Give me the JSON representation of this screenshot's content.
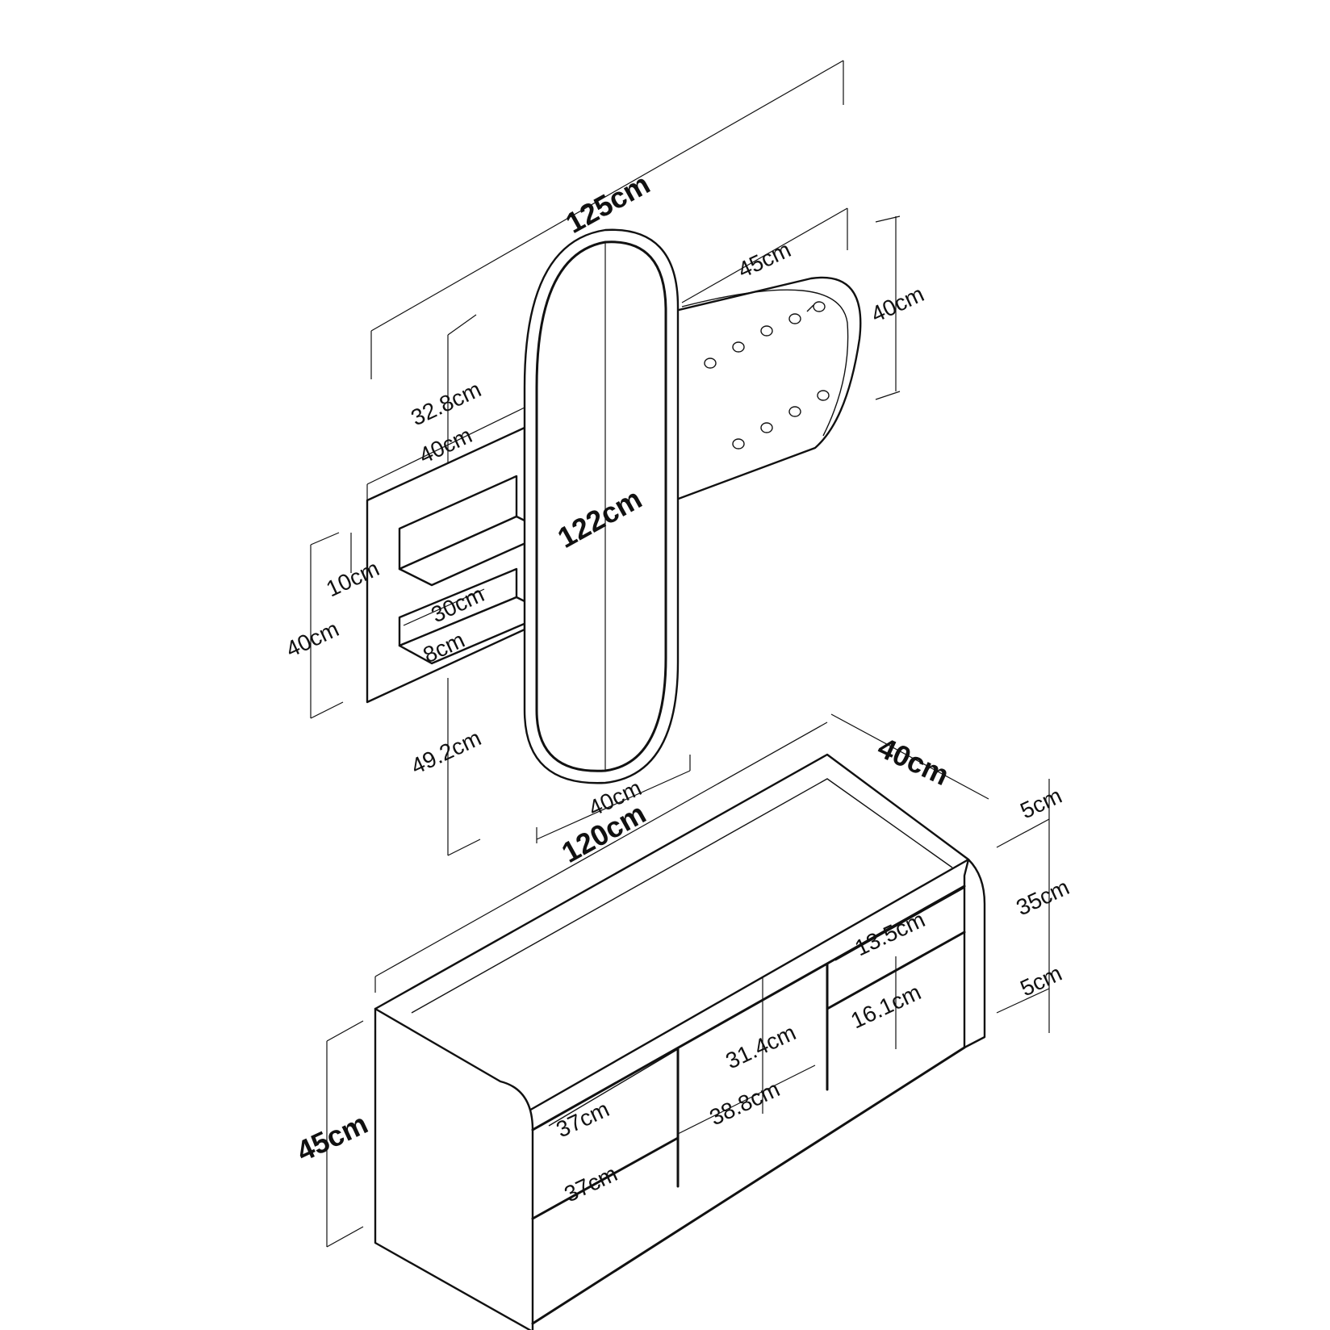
{
  "labels": {
    "overall_width": "125cm",
    "mirror_height": "122cm",
    "mirror_width": "40cm",
    "hook_panel_width": "45cm",
    "hook_panel_height": "40cm",
    "shelf_offset_top": "32.8cm",
    "shelf_panel_width": "40cm",
    "shelf_panel_height": "40cm",
    "shelf_gap": "10cm",
    "shelf_width": "30cm",
    "shelf_depth": "8cm",
    "shelf_offset_bottom": "49.2cm",
    "bench_width": "120cm",
    "bench_depth": "40cm",
    "bench_height": "45cm",
    "top_thickness": "5cm",
    "inner_height": "35cm",
    "base_thickness": "5cm",
    "right_upper_compartment": "13.5cm",
    "right_lower_compartment": "16.1cm",
    "middle_compartment_height": "31.4cm",
    "middle_compartment_width": "38.8cm",
    "left_upper_compartment": "37cm",
    "left_lower_compartment": "37cm"
  },
  "colors": {
    "line": "#111111",
    "background": "#ffffff"
  }
}
